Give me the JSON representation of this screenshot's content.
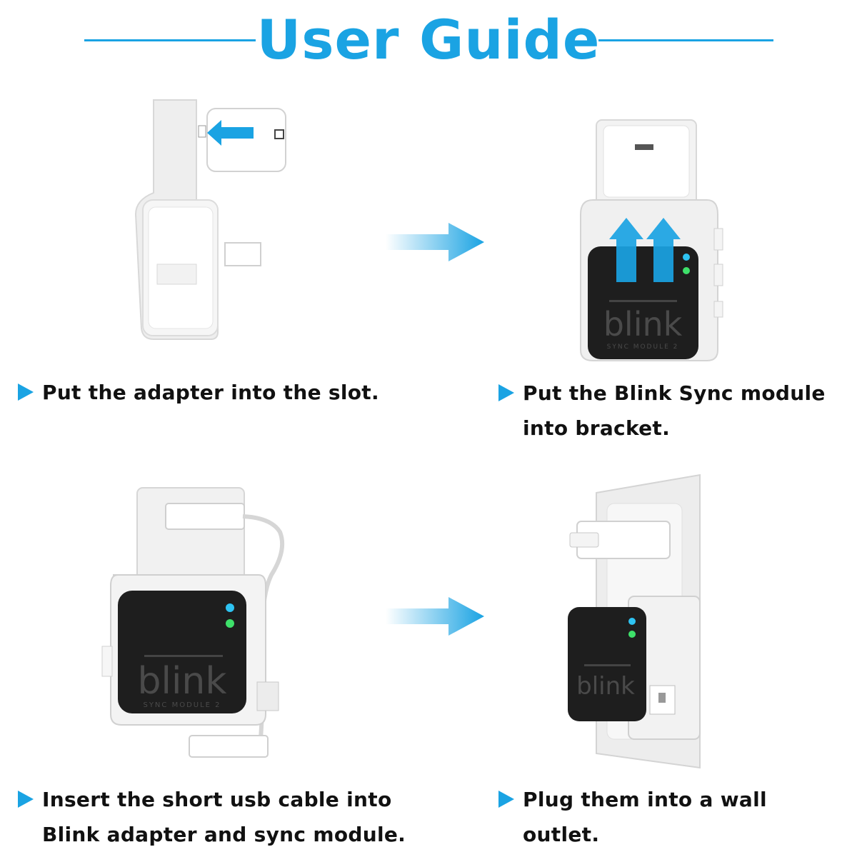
{
  "title": "User Guide",
  "steps": [
    {
      "text": "Put the adapter into the slot."
    },
    {
      "text": "Put the Blink Sync module into bracket."
    },
    {
      "text": "Insert the short usb cable into Blink adapter and sync module."
    },
    {
      "text": "Plug them into a wall outlet."
    }
  ],
  "brand": {
    "logo": "blink",
    "sub": "SYNC MODULE 2"
  },
  "colors": {
    "accent": "#1aa3e3",
    "module": "#1e1e1e",
    "bracket": "#f2f2f2",
    "led_blue": "#2ec3f2",
    "led_green": "#3ee06a"
  },
  "icons": [
    "blue-arrow-icon",
    "bullet-triangle-icon",
    "up-arrow-icon"
  ]
}
